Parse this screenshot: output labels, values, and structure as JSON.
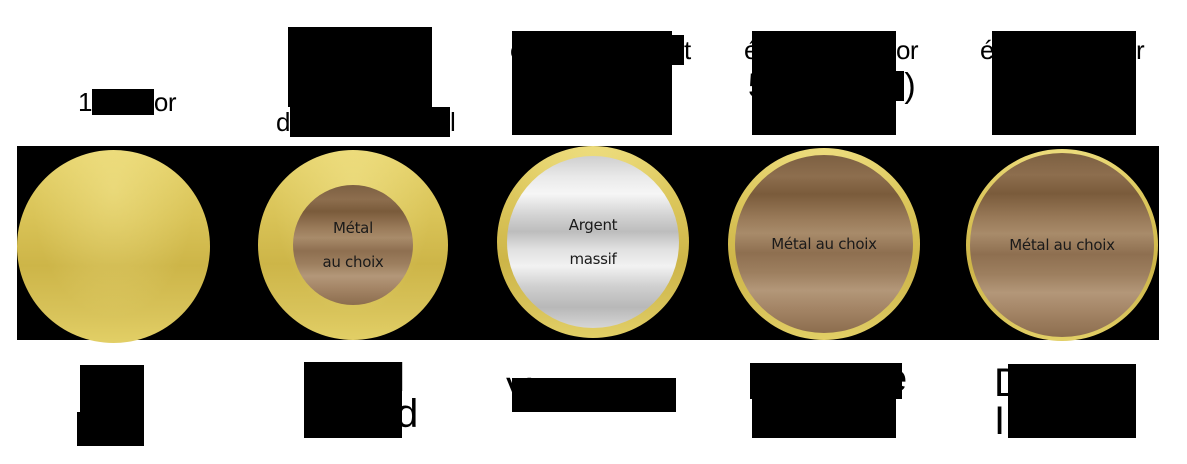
{
  "colors": {
    "background": "#ffffff",
    "band": "#000000",
    "gold": "#d9c357",
    "bronze": "#8d6e4e",
    "silver": "#dcdcdc",
    "coin_text": "#1a1a1a"
  },
  "items": [
    {
      "top_label": "1███or",
      "coin_type": "solid-gold",
      "inner_text": [
        "",
        ""
      ],
      "bottom_label": [
        "██",
        "████"
      ]
    },
    {
      "top_label_lines": [
        "██████",
        "d████████l"
      ],
      "coin_type": "gold-ring-bronze-center",
      "inner_text": [
        "Métal",
        "au choix"
      ],
      "bottom_label": [
        "█████l",
        "████d"
      ]
    },
    {
      "top_label_lines": [
        "é████████t",
        "█████████"
      ],
      "coin_type": "gold-rim-silver-center",
      "inner_text": [
        "Argent",
        "massif"
      ],
      "bottom_label": [
        "V████████",
        ""
      ]
    },
    {
      "top_label_lines": [
        "é███████or",
        "5██████)"
      ],
      "coin_type": "thin-gold-rim-bronze-center",
      "inner_text": [
        "Métal au choix",
        ""
      ],
      "bottom_label": [
        "I█████é",
        "██████"
      ]
    },
    {
      "top_label_lines": [
        "é████████r",
        "████████"
      ],
      "coin_type": "hairline-gold-rim-bronze-center",
      "inner_text": [
        "Métal au choix",
        ""
      ],
      "bottom_label": [
        "D█████",
        "I█████"
      ]
    }
  ],
  "visible_text": {
    "item1_top_prefix": "1",
    "item1_top_suffix": "or",
    "item2_top_prefix": "d",
    "item2_top_suffix": "l",
    "item3_top_prefix": "é",
    "item3_top_suffix": "t",
    "item4_top_prefix": "é",
    "item4_top_suffix": "or",
    "item4_top_line2_prefix": "5",
    "item4_top_line2_suffix": ")",
    "item5_top_prefix": "é",
    "item5_top_suffix": "r",
    "item2_bottom_suffix_1": "l",
    "item2_bottom_suffix_2": "d",
    "item3_bottom_prefix": "V",
    "item4_bottom_suffix": "é",
    "item5_bottom_prefix_1": "D",
    "item5_bottom_prefix_2": "I",
    "coin2_line1": "Métal",
    "coin2_line2": "au choix",
    "coin3_line1": "Argent",
    "coin3_line2": "massif",
    "coin4_text": "Métal au choix",
    "coin5_text": "Métal au choix"
  }
}
